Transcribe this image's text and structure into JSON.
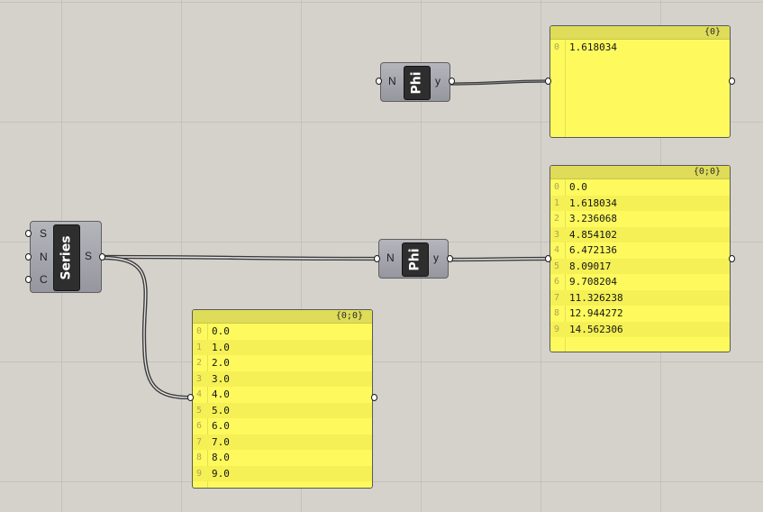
{
  "components": {
    "phi_top": {
      "nickname": "Phi",
      "inputs": [
        "N"
      ],
      "outputs": [
        "y"
      ]
    },
    "phi_mid": {
      "nickname": "Phi",
      "inputs": [
        "N"
      ],
      "outputs": [
        "y"
      ]
    },
    "series": {
      "nickname": "Series",
      "inputs": [
        "S",
        "N",
        "C"
      ],
      "outputs": [
        "S"
      ]
    }
  },
  "panels": {
    "top": {
      "path": "{0}",
      "rows": [
        {
          "i": "0",
          "v": "1.618034"
        }
      ]
    },
    "right": {
      "path": "{0;0}",
      "rows": [
        {
          "i": "0",
          "v": "0.0"
        },
        {
          "i": "1",
          "v": "1.618034"
        },
        {
          "i": "2",
          "v": "3.236068"
        },
        {
          "i": "3",
          "v": "4.854102"
        },
        {
          "i": "4",
          "v": "6.472136"
        },
        {
          "i": "5",
          "v": "8.09017"
        },
        {
          "i": "6",
          "v": "9.708204"
        },
        {
          "i": "7",
          "v": "11.326238"
        },
        {
          "i": "8",
          "v": "12.944272"
        },
        {
          "i": "9",
          "v": "14.562306"
        }
      ]
    },
    "bottom": {
      "path": "{0;0}",
      "rows": [
        {
          "i": "0",
          "v": "0.0"
        },
        {
          "i": "1",
          "v": "1.0"
        },
        {
          "i": "2",
          "v": "2.0"
        },
        {
          "i": "3",
          "v": "3.0"
        },
        {
          "i": "4",
          "v": "4.0"
        },
        {
          "i": "5",
          "v": "5.0"
        },
        {
          "i": "6",
          "v": "6.0"
        },
        {
          "i": "7",
          "v": "7.0"
        },
        {
          "i": "8",
          "v": "8.0"
        },
        {
          "i": "9",
          "v": "9.0"
        }
      ]
    }
  },
  "colors": {
    "canvas": "#d5d2cb",
    "panel_fill": "#fefa5e",
    "panel_header": "#dedc58",
    "component_core": "#2e2e2e",
    "wire": "#3a3a3a"
  }
}
